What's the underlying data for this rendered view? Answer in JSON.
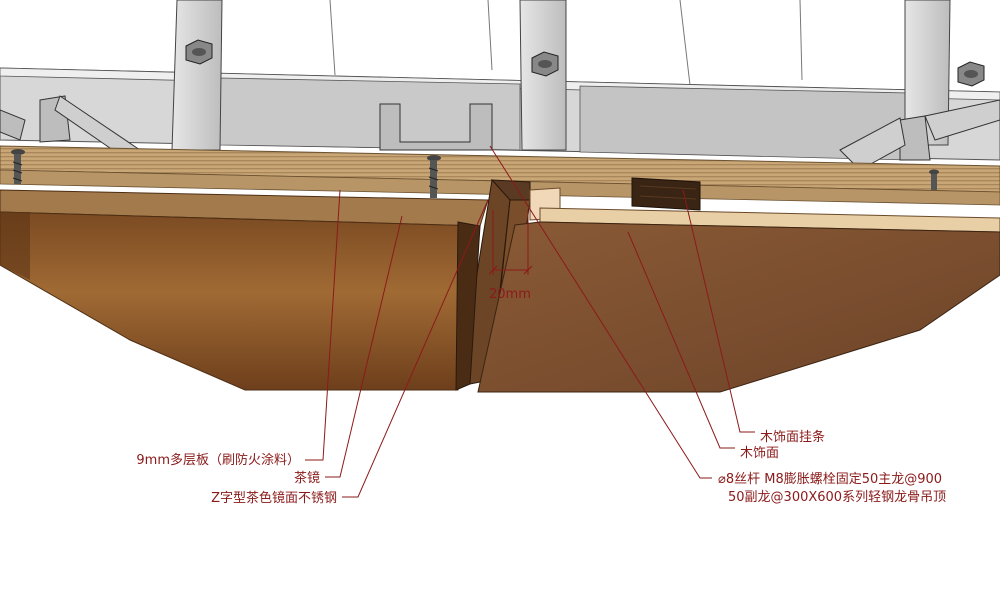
{
  "labels": {
    "plywood": "9mm多层板（刷防火涂料）",
    "tea_mirror": "茶镜",
    "z_steel": "Z字型茶色镜面不锈钢",
    "wood_hanging_strip": "木饰面挂条",
    "wood_finish": "木饰面",
    "suspension_line1": "⌀8丝杆 M8膨胀螺栓固定50主龙@900",
    "suspension_line2": "50副龙@300X600系列轻钢龙骨吊顶",
    "dimension": "20mm"
  },
  "colors": {
    "annotation": "#8b1a1a",
    "tea_mirror": "#8a5a2b",
    "wood_finish": "#7a4a2a",
    "plywood": "#c9a878",
    "steel": "#d9d9d9"
  }
}
